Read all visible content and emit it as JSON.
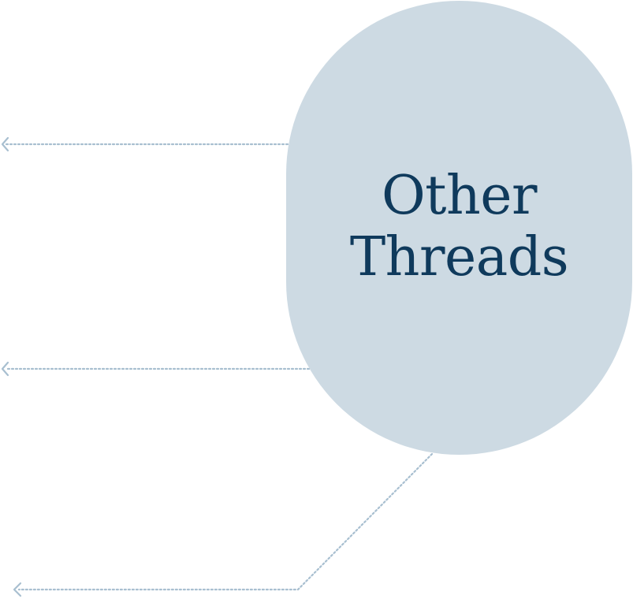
{
  "diagram": {
    "node": {
      "label_line1": "Other",
      "label_line2": "Threads"
    },
    "connectors": [
      {
        "id": "top",
        "direction": "left",
        "icon": "chevron-left-icon"
      },
      {
        "id": "middle",
        "direction": "left",
        "icon": "chevron-left-icon"
      },
      {
        "id": "bottom",
        "direction": "left",
        "icon": "chevron-left-icon"
      }
    ]
  },
  "colors": {
    "pill_background": "#cddae3",
    "pill_text": "#0f3a5c",
    "connector_line": "#a8bfd0"
  }
}
